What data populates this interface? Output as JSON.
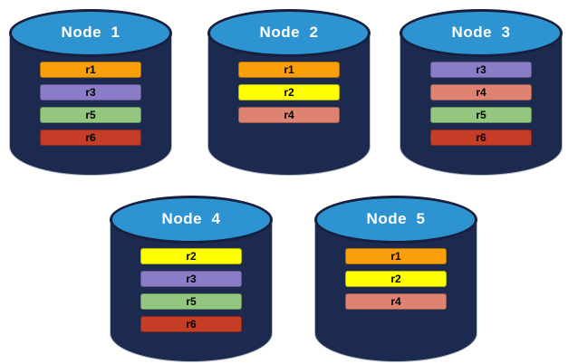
{
  "diagram": {
    "colors": {
      "background": "#FFFFFF",
      "cylinder_body": "#1B2A4E",
      "cylinder_top_fill": "#2E94D1",
      "cylinder_top_border": "#16203E",
      "cylinder_side_stroke": "#B6BCC8",
      "node_title_text": "#FFFFFF",
      "replica_label_text": "#000000"
    },
    "replica_colors": {
      "r1": "#F9A009",
      "r2": "#FFFF00",
      "r3": "#8B7CC7",
      "r4": "#DE8372",
      "r5": "#93C67F",
      "r6": "#C53C27"
    },
    "nodes": [
      {
        "title": "Node  1",
        "replicas": [
          "r1",
          "r3",
          "r5",
          "r6"
        ]
      },
      {
        "title": "Node  2",
        "replicas": [
          "r1",
          "r2",
          "r4"
        ]
      },
      {
        "title": "Node  3",
        "replicas": [
          "r3",
          "r4",
          "r5",
          "r6"
        ]
      },
      {
        "title": "Node  4",
        "replicas": [
          "r2",
          "r3",
          "r5",
          "r6"
        ]
      },
      {
        "title": "Node  5",
        "replicas": [
          "r1",
          "r2",
          "r4"
        ]
      }
    ]
  }
}
